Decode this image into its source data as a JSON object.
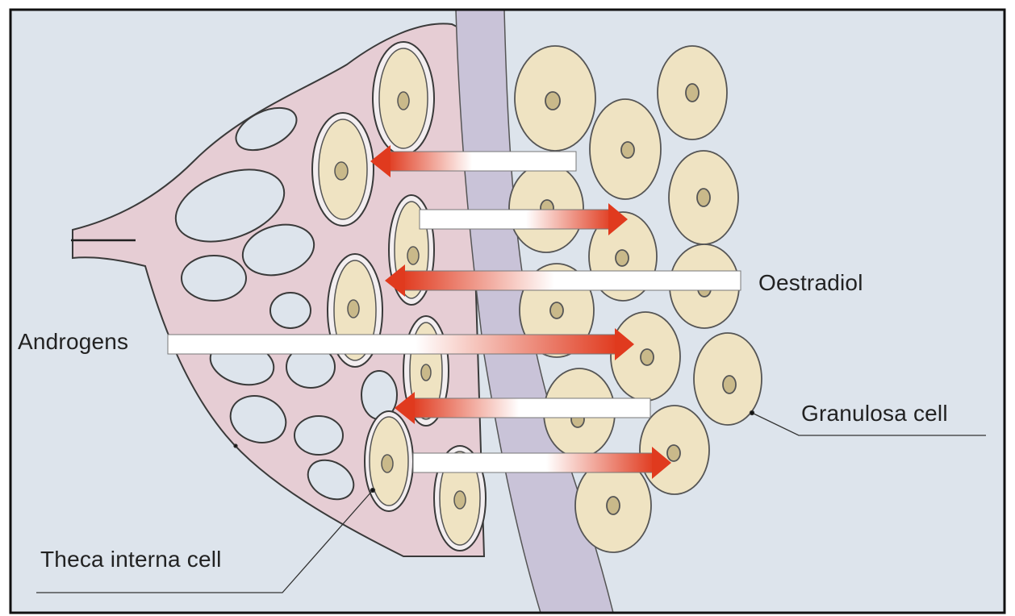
{
  "labels": {
    "androgens": "Androgens",
    "oestradiol": "Oestradiol",
    "granulosa_cell": "Granulosa cell",
    "theca_interna_cell": "Theca interna cell"
  },
  "colors": {
    "background": "#dde4ec",
    "frame": "#111111",
    "theca_tissue": "#e6cdd4",
    "theca_outline": "#3a3a3a",
    "basement_membrane": "#c9c3d8",
    "cell_fill": "#efe3c2",
    "cell_outline": "#555555",
    "nucleus_fill": "#c9b98a",
    "arrow_red": "#e03a1e",
    "arrow_body": "#ffffff"
  },
  "arrows": [
    {
      "direction": "left",
      "meaning": "oestradiol"
    },
    {
      "direction": "right",
      "meaning": "androgens"
    },
    {
      "direction": "left",
      "meaning": "oestradiol"
    },
    {
      "direction": "right",
      "meaning": "androgens"
    },
    {
      "direction": "left",
      "meaning": "oestradiol"
    },
    {
      "direction": "right",
      "meaning": "androgens"
    }
  ]
}
